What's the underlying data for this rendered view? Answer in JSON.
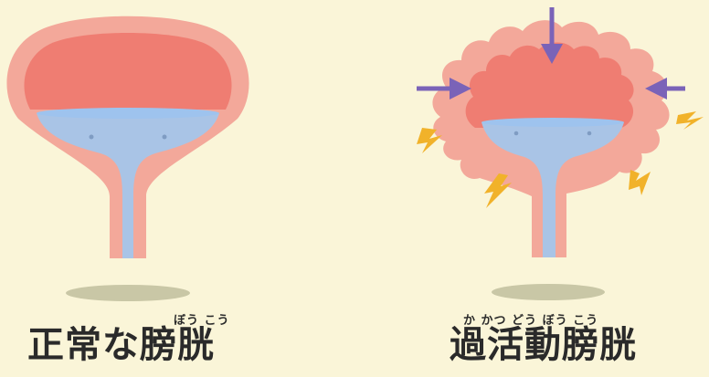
{
  "left_panel": {
    "title": "正常な膀胱",
    "furigana": "ぼう こう"
  },
  "right_panel": {
    "title": "過活動膀胱",
    "furigana": "か かつ どう ぼう こう"
  },
  "colors": {
    "background": "#faf5d8",
    "bladder_wall": "#f3a89a",
    "bladder_inner": "#ef7d72",
    "urine": "#a9c4e6",
    "urine_top": "#9ec3ee",
    "arrow": "#7a63b8",
    "lightning": "#f1b22a",
    "shadow": "#c9c7a6"
  }
}
